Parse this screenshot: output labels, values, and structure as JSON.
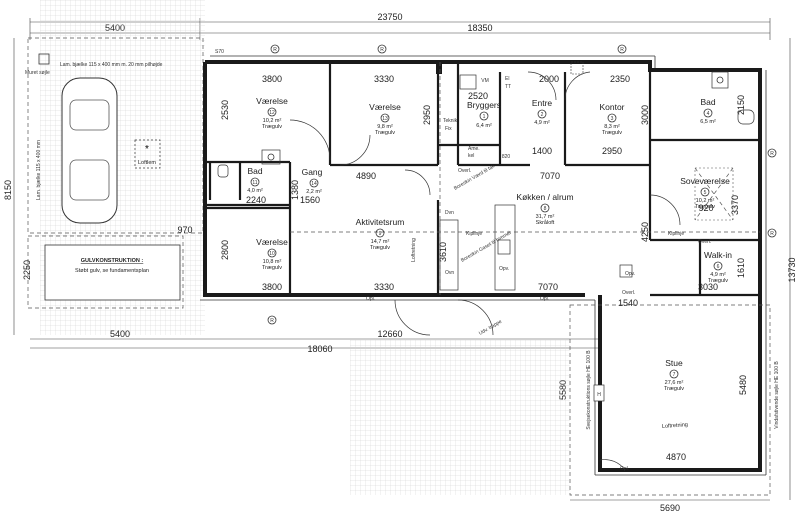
{
  "plan": {
    "overall_dims": {
      "top_total": "23750",
      "top_left": "5400",
      "top_right": "18350",
      "left_height": "8150",
      "right_height": "13730",
      "bottom_left": "5400",
      "bottom_total": "18060",
      "bottom_mid": "12660",
      "bottom_right": "5690"
    },
    "carport": {
      "beam_top": "Lam. bjælke 115 x 400 mm m. 20 mm pilhøjde",
      "beam_side": "Lam. bjælke 115 x 400 mm",
      "column": "Muret søjle",
      "hatch_label": "Loftlem",
      "floor_title": "GULVKONSTRUKTION :",
      "floor_note": "Støbt gulv, se fundamentsplan",
      "dim_970": "970",
      "dim_2250": "2250"
    },
    "rooms": [
      {
        "name": "Værelse",
        "num": "12",
        "area": "10,2 m²",
        "floor": "Trægulv"
      },
      {
        "name": "Værelse",
        "num": "13",
        "area": "9,8 m²",
        "floor": "Trægulv"
      },
      {
        "name": "Bryggers",
        "num": "1",
        "area": "6,4 m²",
        "floor": ""
      },
      {
        "name": "Entre",
        "num": "2",
        "area": "4,9 m²",
        "floor": ""
      },
      {
        "name": "Kontor",
        "num": "3",
        "area": "8,3 m²",
        "floor": "Trægulv"
      },
      {
        "name": "Bad",
        "num": "4",
        "area": "6,5 m²",
        "floor": ""
      },
      {
        "name": "Bad",
        "num": "11",
        "area": "4,0 m²",
        "floor": ""
      },
      {
        "name": "Gang",
        "num": "14",
        "area": "2,2 m²",
        "floor": ""
      },
      {
        "name": "Soveværelse",
        "num": "5",
        "area": "10,2 m²",
        "floor": "Trægulv"
      },
      {
        "name": "Køkken / alrum",
        "num": "8",
        "area": "31,7 m²",
        "floor": "Skråloft"
      },
      {
        "name": "Aktivitetsrum",
        "num": "9",
        "area": "14,7 m²",
        "floor": "Trægulv"
      },
      {
        "name": "Værelse",
        "num": "10",
        "area": "10,8 m²",
        "floor": "Trægulv"
      },
      {
        "name": "Walk-in",
        "num": "6",
        "area": "4,9 m²",
        "floor": "Trægulv"
      },
      {
        "name": "Stue",
        "num": "7",
        "area": "27,6 m²",
        "floor": "Trægulv"
      }
    ],
    "dims": {
      "d3800a": "3800",
      "d3330a": "3330",
      "d2520": "2520",
      "d2000": "2000",
      "d2350": "2350",
      "d2530": "2530",
      "d2950a": "2950",
      "d3000": "3000",
      "d2150": "2150",
      "d4890": "4890",
      "d7070a": "7070",
      "d2240": "2240",
      "d1560": "1560",
      "d1380": "1380",
      "d1400": "1400",
      "d2950b": "2950",
      "d820": "820",
      "d3370": "3370",
      "d920": "920",
      "d4250": "4250",
      "d2800": "2800",
      "d3610": "3610",
      "d1610": "1610",
      "d3800b": "3800",
      "d3330b": "3330",
      "d7070b": "7070",
      "d3030": "3030",
      "d1540": "1540",
      "d5580": "5580",
      "d5480": "5480",
      "d4870": "4870"
    },
    "labels": {
      "s70": "S70",
      "vm": "VM",
      "el": "El",
      "tt": "TT",
      "teknik": "Teknik",
      "fix": "Fix",
      "ame": "Ame.",
      "kel": "kel",
      "overl": "Overl.",
      "opl": "Opl.",
      "kipline": "Kiplinje",
      "loftretning": "Loftretning",
      "dvn": "Dvn",
      "ovn": "Ovn",
      "opv": "Opv.",
      "sm_note1": "Boreskin Værd til tak",
      "sm_note2": "Boreskin Gaset til himmel",
      "udv_trappe": "Udv. trappe",
      "svejse": "Svejsekonstruktions søjle HE 100 B",
      "vindafstivning": "Vindafstivende søjle HE 100 B",
      "r": "R",
      "h": "H"
    }
  }
}
